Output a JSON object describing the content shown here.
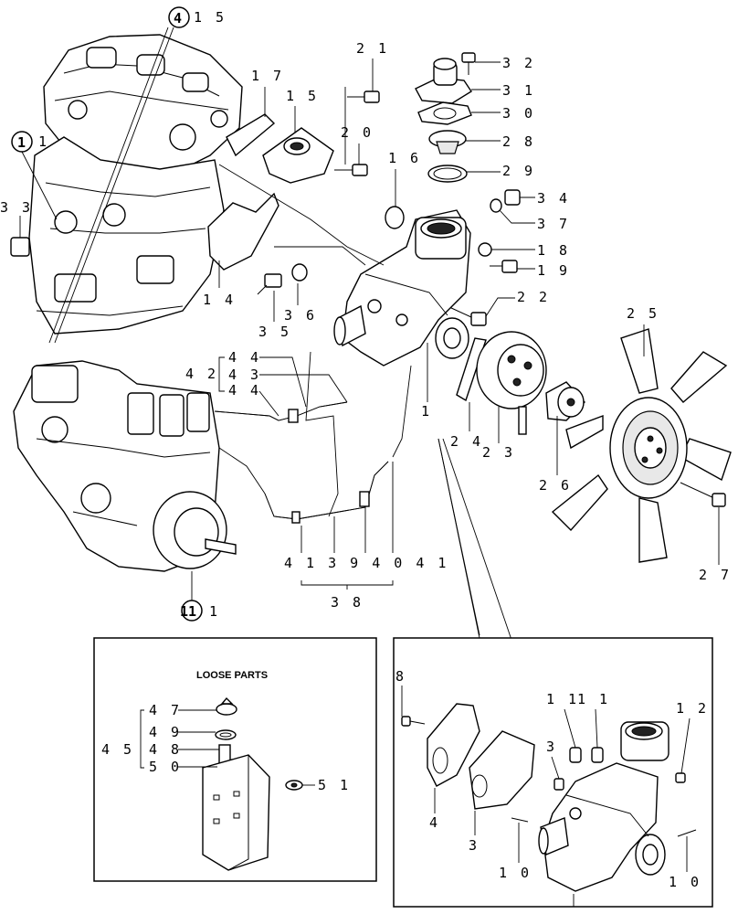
{
  "loose_parts_title": "LOOSE PARTS",
  "refs": {
    "block": "1",
    "head": "4",
    "pump": "11"
  },
  "callouts": {
    "c1": "1",
    "c3": "3",
    "c4": "4",
    "c8": "8",
    "c10a": "1 0",
    "c10b": "1 0",
    "c11a": "1 1",
    "c11b": "1 1",
    "c12": "1 2",
    "c14": "1 4",
    "c15a": "1 5",
    "c15b": "1 5",
    "c16": "1 6",
    "c17": "1 7",
    "c18": "1 8",
    "c19": "1 9",
    "c20": "2 0",
    "c21": "2 1",
    "c22": "2 2",
    "c23": "2 3",
    "c24": "2 4",
    "c25": "2 5",
    "c26": "2 6",
    "c27": "2 7",
    "c28": "2 8",
    "c29": "2 9",
    "c30": "3 0",
    "c31": "3 1",
    "c32": "3 2",
    "c33": "3 3",
    "c35": "3 5",
    "c36": "3 6",
    "c37": "3 7",
    "c38": "3 8",
    "c42": "4 2",
    "c43": "4 3",
    "c44a": "4 4",
    "c44b": "4 4",
    "c45": "4 5",
    "c47": "4 7",
    "c48": "4 8",
    "c49": "4 9",
    "c50": "5 0",
    "c51": "5 1",
    "row38": "4 1 3 9 4 0 4 1",
    "block_ref_suffix": "1",
    "head_ref_suffix": "1 5",
    "pump_ref_suffix": "1",
    "c34": "3 4",
    "inset_c1": "1",
    "inset_c4": "4",
    "inset_c3": "3"
  }
}
